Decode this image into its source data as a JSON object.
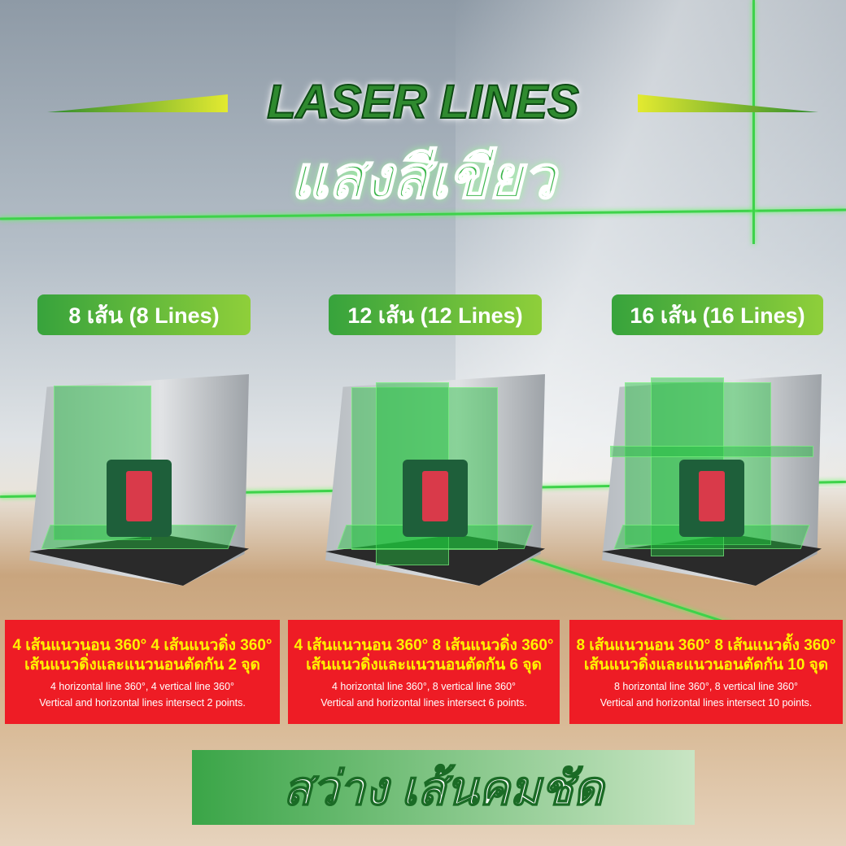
{
  "header": {
    "title_en": "LASER LINES",
    "title_th": "แสงสีเขียว"
  },
  "models": [
    {
      "badge": "8 เส้น (8 Lines)",
      "th_line1": "4 เส้นแนวนอน 360° 4 เส้นแนวดิ่ง 360°",
      "th_line2": "เส้นแนวดิ่งและแนวนอนตัดกัน 2 จุด",
      "en_line1": "4 horizontal line 360°, 4 vertical line 360°",
      "en_line2": "Vertical and horizontal lines intersect 2 points."
    },
    {
      "badge": "12 เส้น (12 Lines)",
      "th_line1": "4 เส้นแนวนอน 360° 8 เส้นแนวดิ่ง 360°",
      "th_line2": "เส้นแนวดิ่งและแนวนอนตัดกัน 6 จุด",
      "en_line1": "4 horizontal line 360°, 8 vertical line 360°",
      "en_line2": "Vertical and horizontal lines intersect 6 points."
    },
    {
      "badge": "16 เส้น (16 Lines)",
      "th_line1": "8 เส้นแนวนอน 360° 8 เส้นแนวตั้ง 360°",
      "th_line2": "เส้นแนวดิ่งและแนวนอนตัดกัน 10 จุด",
      "en_line1": "8 horizontal line 360°, 8 vertical line 360°",
      "en_line2": "Vertical and horizontal lines intersect 10 points."
    }
  ],
  "footer": {
    "slogan": "สว่าง เส้นคมชัด"
  },
  "colors": {
    "accent_green": "#3ab54a",
    "info_red": "#ee1c25",
    "info_yellow": "#fff200"
  }
}
